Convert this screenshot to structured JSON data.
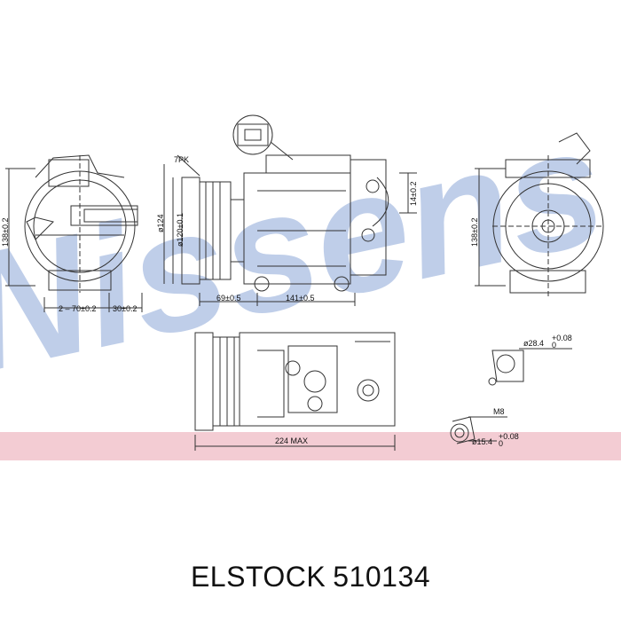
{
  "drawing": {
    "watermark_text": "Nissens",
    "dimensions": {
      "groove": "7PK",
      "d124": "ø124",
      "d120": "ø120±0.1",
      "h138_left": "138±0.2",
      "w70": "2 – 70±0.2",
      "w30": "30±0.2",
      "w69": "69±0.5",
      "w141": "141±0.5",
      "h14": "14±0.2",
      "h138_right": "138±0.2",
      "max224": "224  MAX",
      "d28": "ø28.4",
      "d28_tol_top": "+0.08",
      "d28_tol_bot": "0",
      "m8": "M8",
      "d15": "ø15.4",
      "d15_tol_top": "+0.08",
      "d15_tol_bot": "0"
    },
    "colors": {
      "line": "#333333",
      "watermark_blue": "#9fb4dc",
      "band_pink": "#f2c9d0"
    }
  },
  "caption": {
    "brand": "ELSTOCK",
    "part_number": "510134"
  }
}
